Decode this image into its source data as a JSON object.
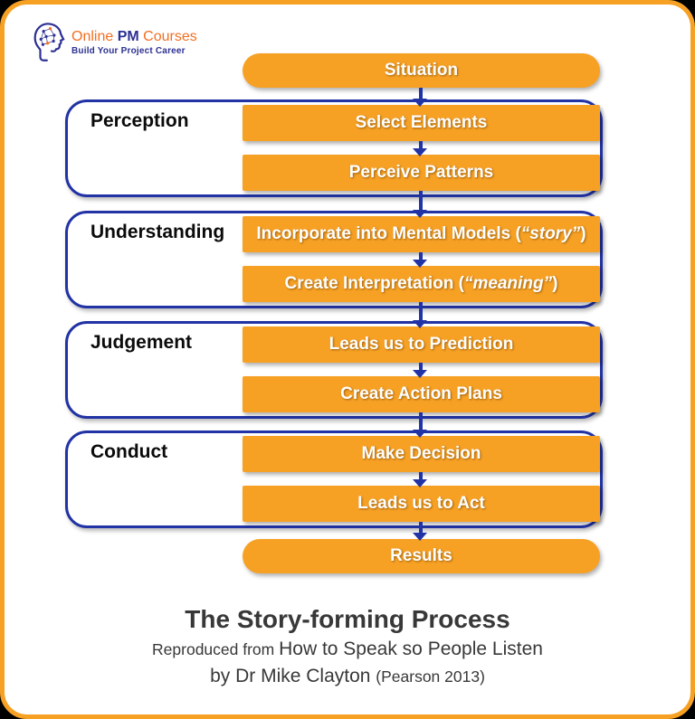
{
  "colors": {
    "box_orange": "#F7A124",
    "outline_blue": "#2133A5",
    "logo_orange": "#F26F21",
    "logo_navy": "#2D3192",
    "caption_gray": "#383838"
  },
  "logo": {
    "online": "Online",
    "pm": "PM",
    "courses": "Courses",
    "tagline": "Build Your Project Career"
  },
  "flow": {
    "start_label": "Situation",
    "end_label": "Results",
    "sections": [
      {
        "label": "Perception",
        "boxes": [
          {
            "pre": "Select Elements",
            "em": "",
            "post": ""
          },
          {
            "pre": "Perceive Patterns",
            "em": "",
            "post": ""
          }
        ]
      },
      {
        "label": "Understanding",
        "boxes": [
          {
            "pre": "Incorporate into Mental Models (",
            "em": "“story”",
            "post": ")"
          },
          {
            "pre": "Create Interpretation (",
            "em": "“meaning”",
            "post": ")"
          }
        ]
      },
      {
        "label": "Judgement",
        "boxes": [
          {
            "pre": "Leads us to Prediction",
            "em": "",
            "post": ""
          },
          {
            "pre": "Create Action Plans",
            "em": "",
            "post": ""
          }
        ]
      },
      {
        "label": "Conduct",
        "boxes": [
          {
            "pre": "Make Decision",
            "em": "",
            "post": ""
          },
          {
            "pre": "Leads us to Act",
            "em": "",
            "post": ""
          }
        ]
      }
    ]
  },
  "caption": {
    "title": "The Story-forming Process",
    "line2_prefix": "Reproduced from ",
    "line2_book": "How to Speak so People Listen",
    "line3_main": "by Dr Mike Clayton ",
    "line3_detail": "(Pearson 2013)"
  }
}
